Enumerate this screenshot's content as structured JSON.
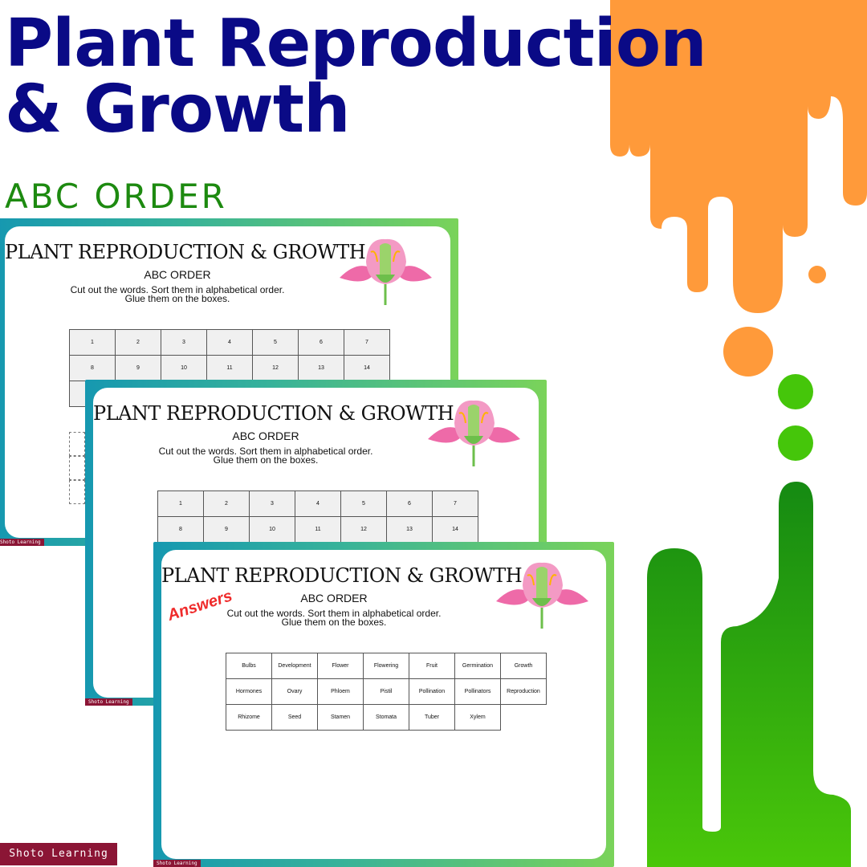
{
  "header": {
    "title_line1": "Plant Reproduction",
    "title_line2": "& Growth",
    "subtitle": "ABC ORDER"
  },
  "colors": {
    "title": "#0a0a86",
    "subtitle": "#1d8a10",
    "orange_drip": "#ff9a3a",
    "green_drip": "#22a80f",
    "card_gradient": [
      "#1698b0",
      "#7ad35a"
    ],
    "answers": "#ef2b2b",
    "brand": "#8b1535"
  },
  "worksheet": {
    "title": "PLANT REPRODUCTION & GROWTH",
    "subtitle": "ABC ORDER",
    "instruction_line1": "Cut out the words. Sort them in alphabetical order.",
    "instruction_line2": "Glue them on the boxes.",
    "footer": "Shoto Learning",
    "numbers_row1": [
      "1",
      "2",
      "3",
      "4",
      "5",
      "6",
      "7"
    ],
    "numbers_row2": [
      "8",
      "9",
      "10",
      "11",
      "12",
      "13",
      "14"
    ]
  },
  "answers_card": {
    "label": "Answers",
    "row1": [
      "Bulbs",
      "Development",
      "Flower",
      "Flowering",
      "Fruit",
      "Germination",
      "Growth"
    ],
    "row2": [
      "Hormones",
      "Ovary",
      "Phloem",
      "Pistil",
      "Pollination",
      "Pollinators",
      "Reproduction"
    ],
    "row3": [
      "Rhizome",
      "Seed",
      "Stamen",
      "Stomata",
      "Tuber",
      "Xylem"
    ]
  },
  "brand": {
    "label": "Shoto Learning"
  },
  "icons": [
    "flower-icon"
  ]
}
